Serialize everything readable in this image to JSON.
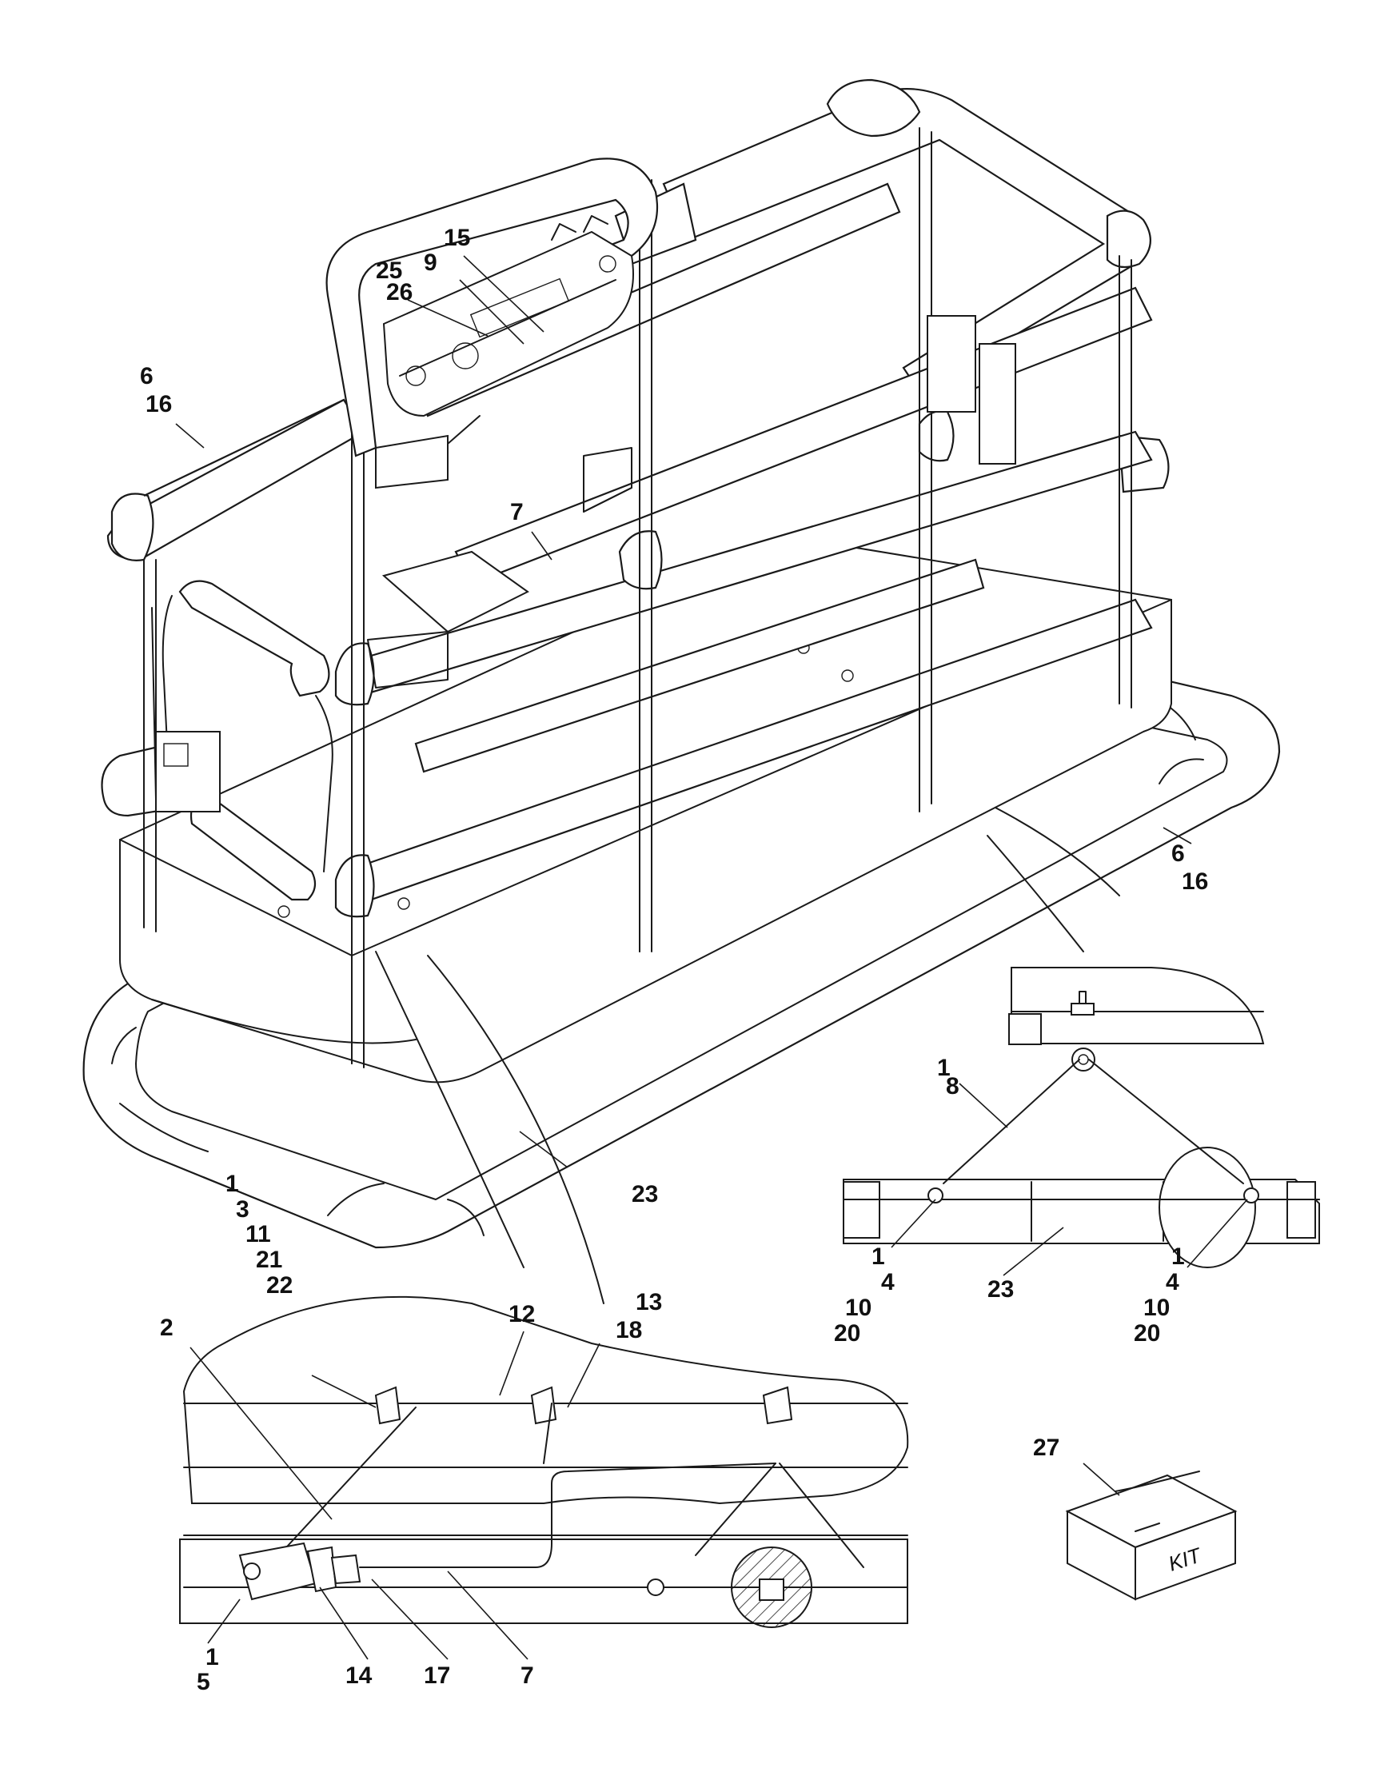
{
  "callouts": {
    "c15": "15",
    "c9": "9",
    "c25": "25",
    "c26": "26",
    "c6a": "6",
    "c16a": "16",
    "c7a": "7",
    "c6b": "6",
    "c16b": "16",
    "c1a": "1",
    "c8": "8",
    "c23a": "23",
    "c1b": "1",
    "c3": "3",
    "c11": "11",
    "c21": "21",
    "c22": "22",
    "c1c": "1",
    "c4a": "4",
    "c10a": "10",
    "c20a": "20",
    "c23b": "23",
    "c1d": "1",
    "c4b": "4",
    "c10b": "10",
    "c20b": "20",
    "c2": "2",
    "c12": "12",
    "c13": "13",
    "c18": "18",
    "c27": "27",
    "c1e": "1",
    "c5": "5",
    "c14": "14",
    "c17": "17",
    "c7b": "7"
  },
  "kit_label": "KIT"
}
